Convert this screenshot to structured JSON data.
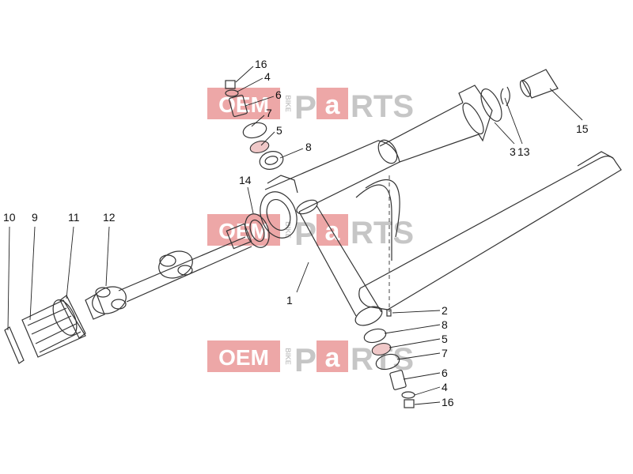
{
  "watermark": {
    "oem": "OEM",
    "bike": "BIKE",
    "p": "P",
    "a": "a",
    "rts": "RTS",
    "color": "#e06060"
  },
  "callouts": [
    {
      "id": "c16a",
      "label": "16"
    },
    {
      "id": "c4a",
      "label": "4"
    },
    {
      "id": "c6a",
      "label": "6"
    },
    {
      "id": "c7a",
      "label": "7"
    },
    {
      "id": "c5a",
      "label": "5"
    },
    {
      "id": "c8a",
      "label": "8"
    },
    {
      "id": "c14",
      "label": "14"
    },
    {
      "id": "c3",
      "label": "3"
    },
    {
      "id": "c13",
      "label": "13"
    },
    {
      "id": "c15",
      "label": "15"
    },
    {
      "id": "c10",
      "label": "10"
    },
    {
      "id": "c9",
      "label": "9"
    },
    {
      "id": "c11",
      "label": "11"
    },
    {
      "id": "c12",
      "label": "12"
    },
    {
      "id": "c1",
      "label": "1"
    },
    {
      "id": "c2",
      "label": "2"
    },
    {
      "id": "c8b",
      "label": "8"
    },
    {
      "id": "c5b",
      "label": "5"
    },
    {
      "id": "c7b",
      "label": "7"
    },
    {
      "id": "c6b",
      "label": "6"
    },
    {
      "id": "c4b",
      "label": "4"
    },
    {
      "id": "c16b",
      "label": "16"
    }
  ]
}
